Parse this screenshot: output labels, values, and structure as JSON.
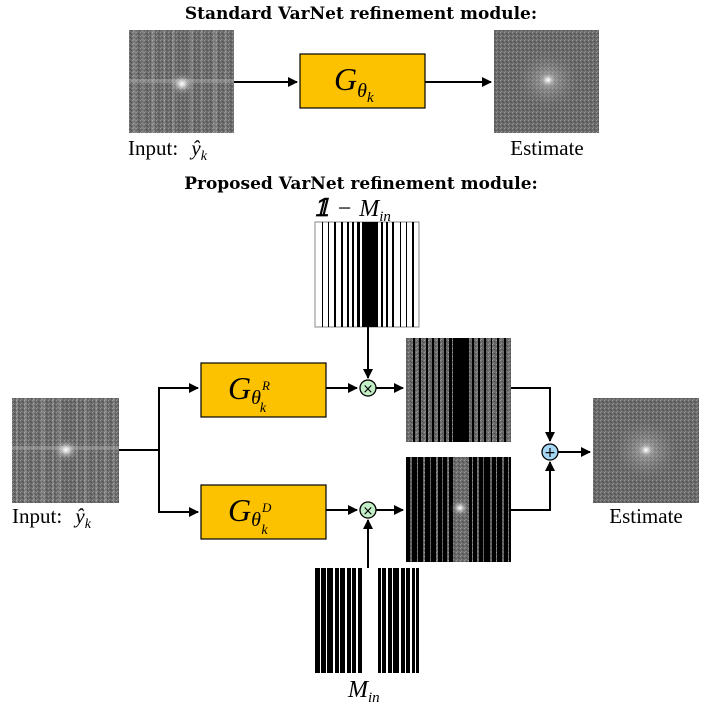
{
  "titles": {
    "standard": "Standard VarNet refinement module:",
    "proposed": "Proposed VarNet refinement module:"
  },
  "labels": {
    "input_prefix": "Input:",
    "input_var": "ŷ",
    "input_sub": "k",
    "estimate": "Estimate"
  },
  "blocks": {
    "g_letter": "G",
    "theta": "θ",
    "k": "k",
    "r_sup": "R",
    "d_sup": "D"
  },
  "masks": {
    "one": "𝟙",
    "minus": "−",
    "m_letter": "M",
    "m_sub": "in"
  },
  "operators": {
    "multiply": "×",
    "add": "+"
  },
  "colors": {
    "block_fill": "#fcc200",
    "operator_mult_fill": "#c2efc8",
    "operator_add_fill": "#a6d8f5",
    "arrow": "#000000"
  }
}
